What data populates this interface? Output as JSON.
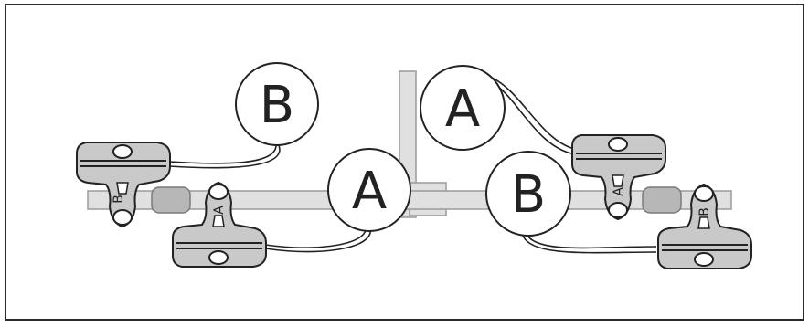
{
  "diagram": {
    "callouts": {
      "upper_left": "B",
      "upper_right": "A",
      "lower_center_left": "A",
      "lower_center_right": "B"
    },
    "clip_labels": {
      "left_top_clip": "B",
      "left_bottom_clip": "A",
      "right_top_clip": "A",
      "right_bottom_clip": "B"
    }
  },
  "colors": {
    "frame": "#2a2a2a",
    "rail": "#e0e0e0",
    "slider": "#b7b7b7",
    "clip_fill": "#c9c9c9",
    "stroke": "#222222",
    "callout_fill": "#ffffff"
  }
}
